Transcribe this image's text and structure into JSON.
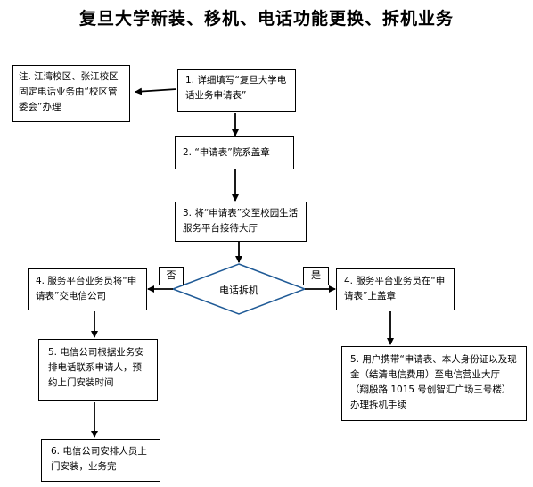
{
  "title": "复旦大学新装、移机、电话功能更换、拆机业务",
  "note": "注. 江湾校区、张江校区固定电话业务由“校区管委会”办理",
  "steps": {
    "s1": "1. 详细填写“复旦大学电话业务申请表”",
    "s2": "2. “申请表”院系盖章",
    "s3": "3. 将“申请表”交至校园生活服务平台接待大厅",
    "s4_left": "4. 服务平台业务员将“申请表”交电信公司",
    "s4_right": "4. 服务平台业务员在“申请表”上盖章",
    "s5_left": "5. 电信公司根据业务安排电话联系申请人，预约上门安装时间",
    "s5_right": "5. 用户携带“申请表、本人身份证以及现金（结清电信费用）至电信营业大厅（翔殷路 1015 号创智汇广场三号楼）办理拆机手续",
    "s6_left": "6. 电信公司安排人员上门安装，业务完"
  },
  "decision": {
    "label": "电话拆机",
    "no": "否",
    "yes": "是"
  }
}
